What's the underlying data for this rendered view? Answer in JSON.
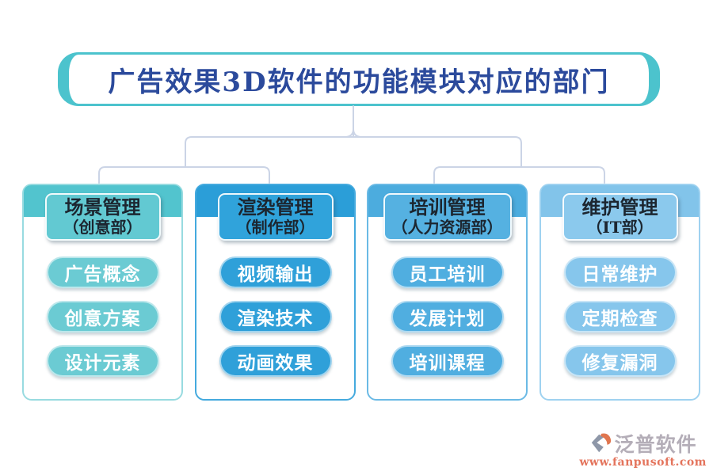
{
  "title": {
    "text": "广告效果3D软件的功能模块对应的部门",
    "border_color": "#4cc3cd",
    "text_color": "#2b4a9c"
  },
  "connector_color": "#cbd4e6",
  "columns": [
    {
      "module": "场景管理",
      "department": "（创意部）",
      "features": [
        "广告概念",
        "创意方案",
        "设计元素"
      ],
      "colors": {
        "band": "#52c4ce",
        "header": "#62c9d2",
        "pill": "#6bcbd3",
        "border": "#98dbe0"
      }
    },
    {
      "module": "渲染管理",
      "department": "（制作部）",
      "features": [
        "视频输出",
        "渲染技术",
        "动画效果"
      ],
      "colors": {
        "band": "#2b9ed8",
        "header": "#30a3db",
        "pill": "#2fa0d9",
        "border": "#45aade"
      }
    },
    {
      "module": "培训管理",
      "department": "（人力资源部）",
      "features": [
        "员工培训",
        "发展计划",
        "培训课程"
      ],
      "colors": {
        "band": "#4cacde",
        "header": "#55b1e1",
        "pill": "#50aee0",
        "border": "#6bbae5"
      }
    },
    {
      "module": "维护管理",
      "department": "（IT部）",
      "features": [
        "日常维护",
        "定期检查",
        "修复漏洞"
      ],
      "colors": {
        "band": "#82c4ea",
        "header": "#8bc9ed",
        "pill": "#86c6ec",
        "border": "#9fd2f0"
      }
    }
  ],
  "footer": {
    "brand": "泛普软件",
    "url": "www.fanpusoft.com",
    "brand_color": "#b4aeb8",
    "url_color": "#e4745c",
    "icon_gray": "#8e97a8",
    "icon_orange": "#e0764f"
  }
}
